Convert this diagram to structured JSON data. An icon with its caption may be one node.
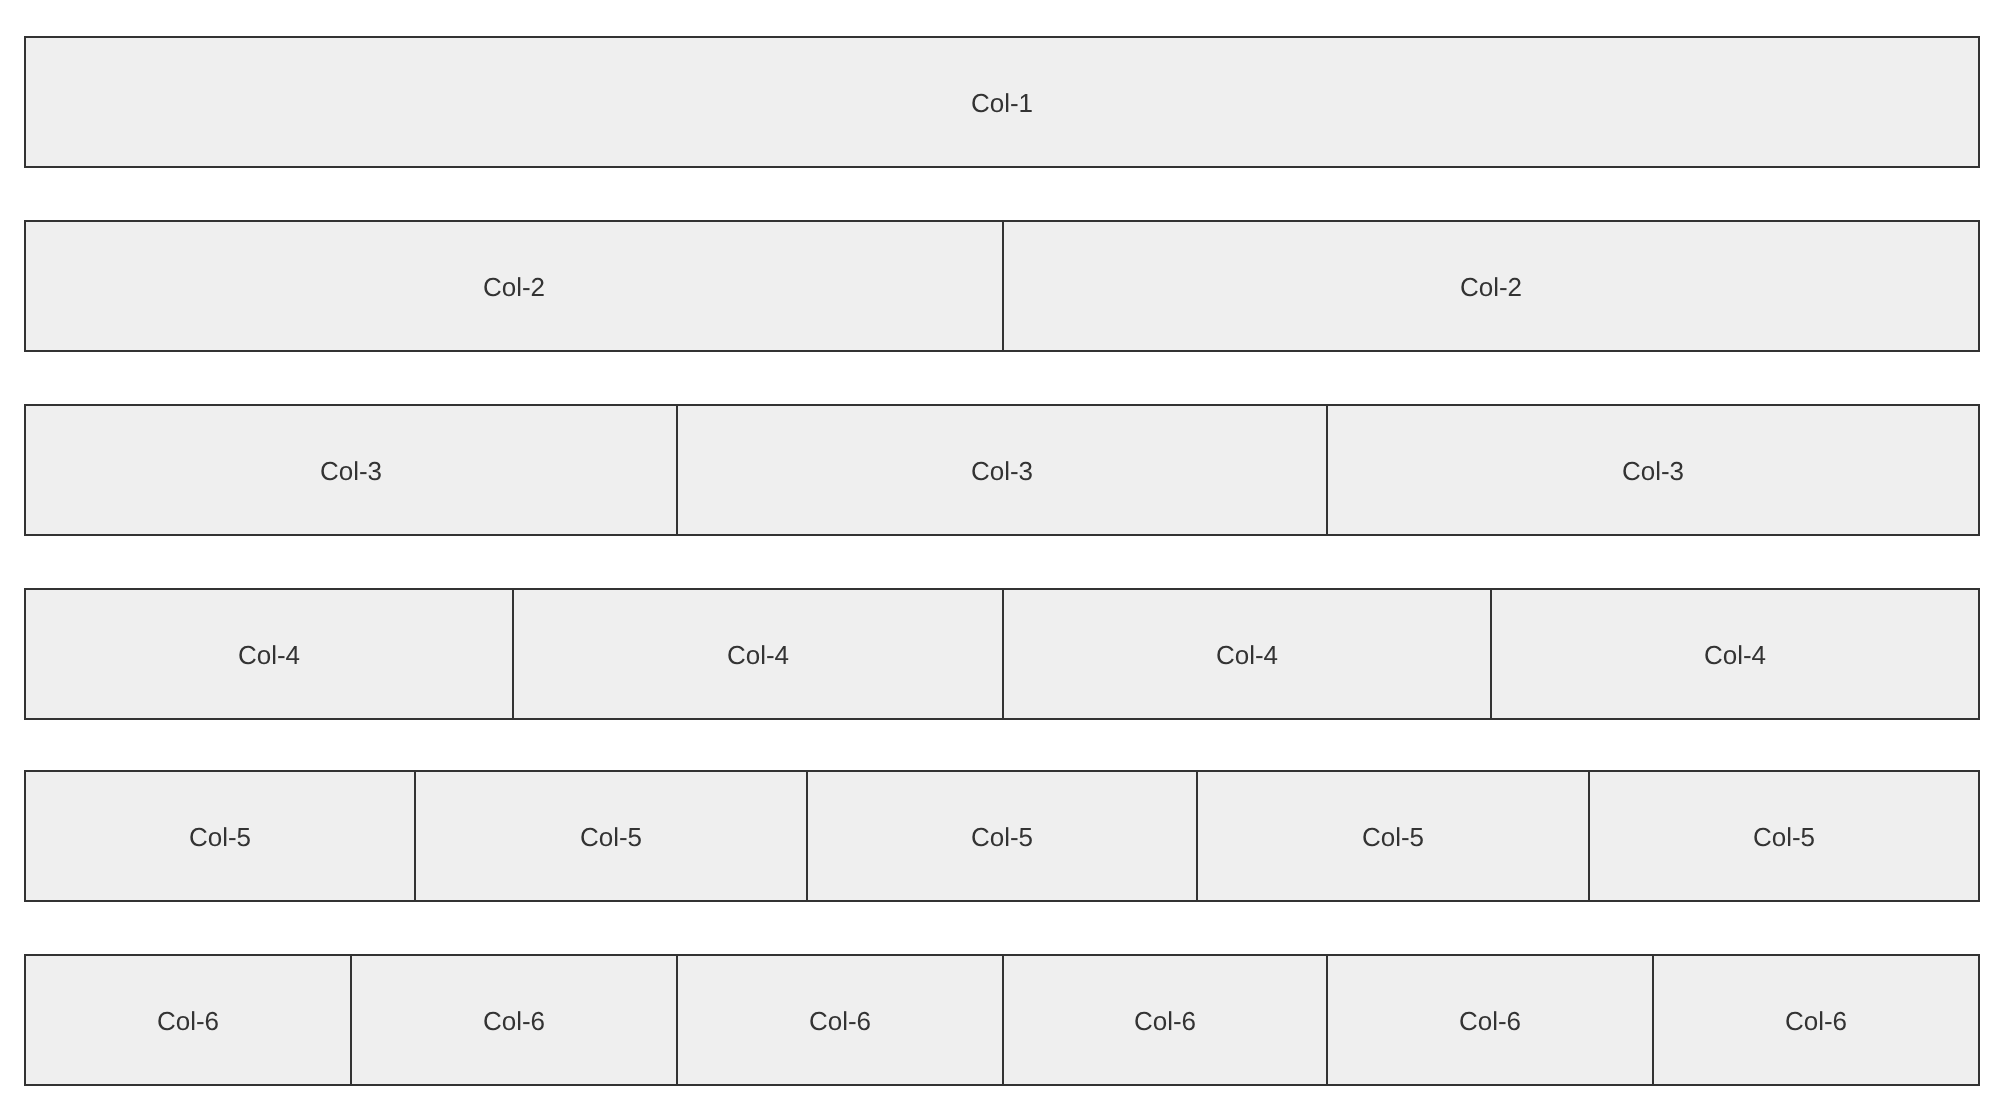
{
  "diagram": {
    "nodes": [
      {
        "text": [
          "Col-1"
        ]
      },
      {
        "text": [
          "Col-2"
        ]
      },
      {
        "text": [
          "Col-2"
        ]
      },
      {
        "text": [
          "Col-3"
        ]
      },
      {
        "text": [
          "Col-3"
        ]
      },
      {
        "text": [
          "Col-3"
        ]
      },
      {
        "text": [
          "Col-4"
        ]
      },
      {
        "text": [
          "Col-4"
        ]
      },
      {
        "text": [
          "Col-4"
        ]
      },
      {
        "text": [
          "Col-4"
        ]
      },
      {
        "text": [
          "Col-5"
        ]
      },
      {
        "text": [
          "Col-5"
        ]
      },
      {
        "text": [
          "Col-5"
        ]
      },
      {
        "text": [
          "Col-5"
        ]
      },
      {
        "text": [
          "Col-5"
        ]
      },
      {
        "text": [
          "Col-6"
        ]
      },
      {
        "text": [
          "Col-6"
        ]
      },
      {
        "text": [
          "Col-6"
        ]
      },
      {
        "text": [
          "Col-6"
        ]
      },
      {
        "text": [
          "Col-6"
        ]
      },
      {
        "text": [
          "Col-6"
        ]
      }
    ]
  }
}
